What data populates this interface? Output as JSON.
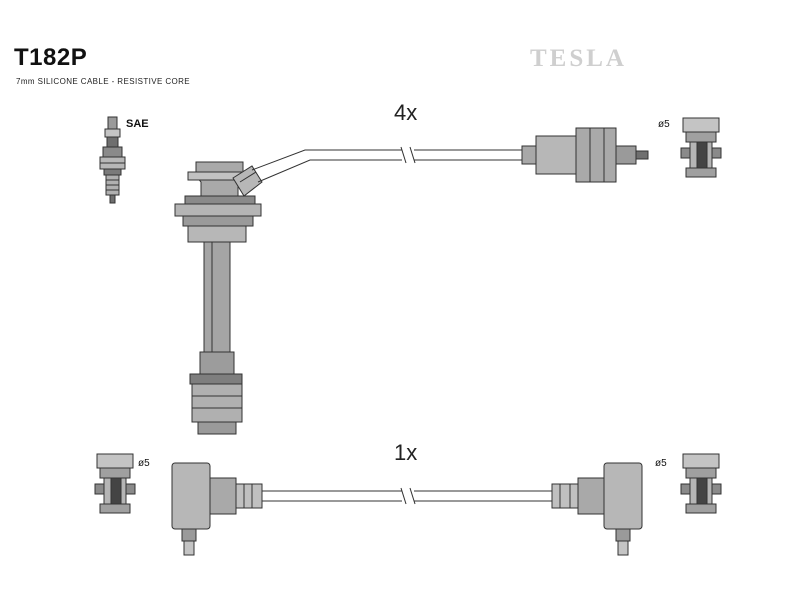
{
  "header": {
    "part_number": "T182P",
    "cable_spec": "7mm SILICONE CABLE - RESISTIVE CORE",
    "brand": "TESLA"
  },
  "labels": {
    "spark_plug_standard": "SAE",
    "qty_top": "4x",
    "qty_bottom": "1x",
    "terminal_diameter": "ø5"
  },
  "colors": {
    "part_fill": "#b7b7b7",
    "part_dark": "#6f6f6f",
    "outline": "#333333",
    "brand_gray": "#cfcfcf"
  }
}
